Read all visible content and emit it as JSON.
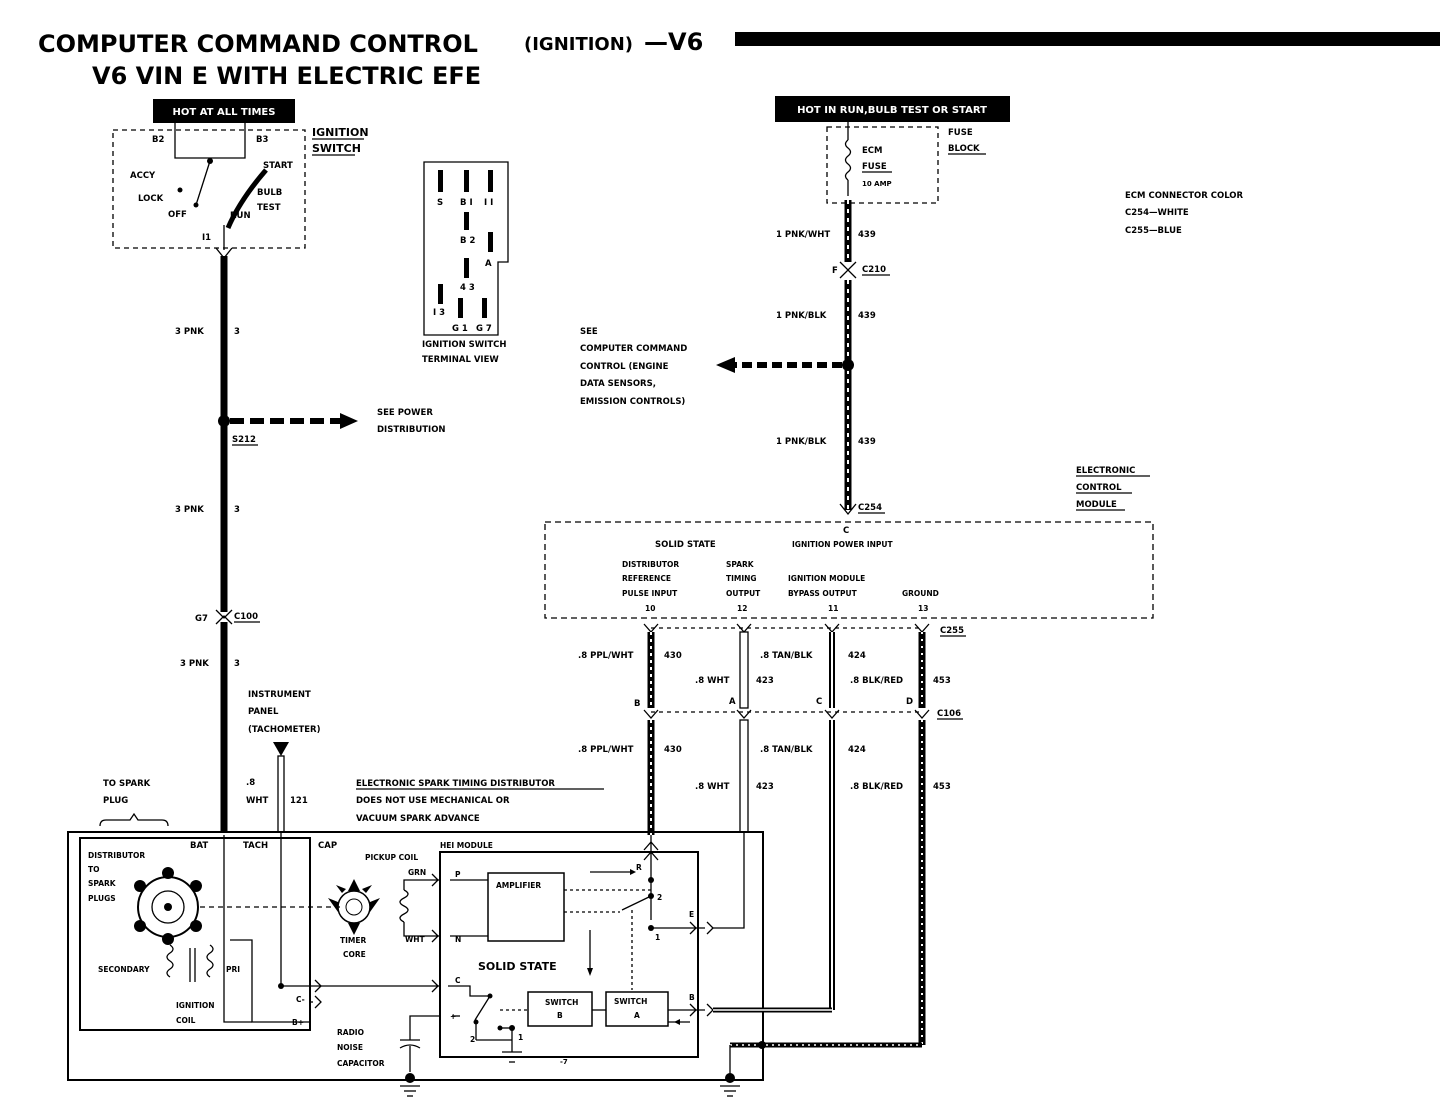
{
  "title": {
    "line1": "COMPUTER COMMAND CONTROL",
    "line1_paren": "(IGNITION)",
    "line1_suffix": "—V6",
    "line2": "V6 VIN E WITH ELECTRIC EFE"
  },
  "power_labels": {
    "hot_all_times": "HOT AT ALL TIMES",
    "hot_run": "HOT IN RUN,BULB TEST OR START"
  },
  "ignition_switch": {
    "label1": "IGNITION",
    "label2": "SWITCH",
    "b2": "B2",
    "b3": "B3",
    "start": "START",
    "accy": "ACCY",
    "lock": "LOCK",
    "off": "OFF",
    "run": "RUN",
    "bulb": "BULB",
    "test": "TEST",
    "i1": "I1"
  },
  "terminal_view": {
    "s": "S",
    "b1": "B I",
    "i1": "I I",
    "b2": "B 2",
    "a": "A",
    "b3": "4 3",
    "i3": "I 3",
    "g1": "G 1",
    "g7": "G 7",
    "caption1": "IGNITION SWITCH",
    "caption2": "TERMINAL VIEW"
  },
  "fuse_block": {
    "label1": "FUSE",
    "label2": "BLOCK",
    "ecm": "ECM",
    "fuse": "FUSE",
    "amp": "10 AMP"
  },
  "ecm_connector": {
    "title": "ECM CONNECTOR COLOR",
    "c254": "C254—WHITE",
    "c255": "C255—BLUE"
  },
  "left_wire": {
    "w1": "3 PNK",
    "n1": "3",
    "w2": "3 PNK",
    "n2": "3",
    "w3": "3 PNK",
    "n3": "3",
    "splice": "S212",
    "see1": "SEE POWER",
    "see2": "DISTRIBUTION",
    "g7": "G7",
    "c100": "C100"
  },
  "right_wire": {
    "w1": "1 PNK/WHT",
    "n1": "439",
    "f": "F",
    "c210": "C210",
    "w2": "1 PNK/BLK",
    "n2": "439",
    "w3": "1 PNK/BLK",
    "n3": "439",
    "see1": "SEE",
    "see2": "COMPUTER COMMAND",
    "see3": "CONTROL (ENGINE",
    "see4": "DATA SENSORS,",
    "see5": "EMISSION CONTROLS)",
    "c254": "C254",
    "c": "C"
  },
  "ecm_module": {
    "label1": "ELECTRONIC",
    "label2": "CONTROL",
    "label3": "MODULE",
    "solid_state": "SOLID STATE",
    "power_input": "IGNITION POWER INPUT",
    "col1a": "DISTRIBUTOR",
    "col1b": "REFERENCE",
    "col1c": "PULSE INPUT",
    "col1n": "10",
    "col2a": "SPARK",
    "col2b": "TIMING",
    "col2c": "OUTPUT",
    "col2n": "12",
    "col3a": "IGNITION MODULE",
    "col3b": "BYPASS OUTPUT",
    "col3n": "11",
    "col4a": "GROUND",
    "col4n": "13",
    "c255": "C255"
  },
  "output_wires": {
    "ppl_wht": ".8 PPL/WHT",
    "n430": "430",
    "wht": ".8 WHT",
    "n423": "423",
    "tan_blk": ".8 TAN/BLK",
    "n424": "424",
    "blk_red": ".8 BLK/RED",
    "n453": "453",
    "b": "B",
    "a": "A",
    "c": "C",
    "d": "D",
    "c106": "C106"
  },
  "instrument_panel": {
    "l1": "INSTRUMENT",
    "l2": "PANEL",
    "l3": "(TACHOMETER)",
    "w1": ".8",
    "w2": "WHT",
    "n": "121"
  },
  "distributor": {
    "title1": "ELECTRONIC SPARK TIMING DISTRIBUTOR",
    "title2": "DOES NOT USE MECHANICAL OR",
    "title3": "VACUUM SPARK ADVANCE",
    "to_spark1": "TO SPARK",
    "to_spark2": "PLUG",
    "bat": "BAT",
    "tach": "TACH",
    "cap": "CAP",
    "dist1": "DISTRIBUTOR",
    "dist2": "TO",
    "dist3": "SPARK",
    "dist4": "PLUGS",
    "secondary": "SECONDARY",
    "pri": "PRI",
    "coil1": "IGNITION",
    "coil2": "COIL",
    "cminus": "C-",
    "bplus": "B+",
    "pickup": "PICKUP COIL",
    "grn": "GRN",
    "wht": "WHT",
    "timer1": "TIMER",
    "timer2": "CORE",
    "hei": "HEI MODULE",
    "p": "P",
    "n": "N",
    "amp": "AMPLIFIER",
    "r": "R",
    "two": "2",
    "one": "1",
    "e": "E",
    "solid": "SOLID STATE",
    "c": "C",
    "b": "B",
    "sw_b1": "SWITCH",
    "sw_b2": "B",
    "sw_a1": "SWITCH",
    "sw_a2": "A",
    "two_b": "2",
    "one_b": "1",
    "radio1": "RADIO",
    "radio2": "NOISE",
    "radio3": "CAPACITOR",
    "plus": "+"
  }
}
